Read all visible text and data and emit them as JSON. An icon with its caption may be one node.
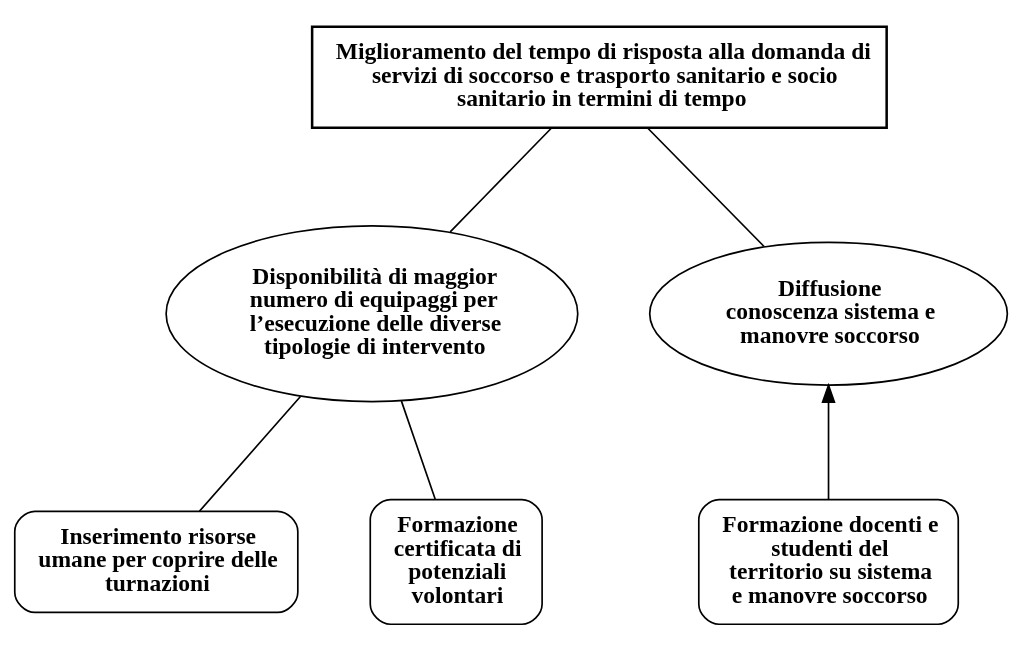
{
  "diagram": {
    "nodes": [
      {
        "text": [
          "Miglioramento del tempo di risposta alla domanda di servizi di soccorso e trasporto sanitario e socio sanitario in termini di tempo"
        ]
      },
      {
        "text": [
          "Disponibilità di maggior numero di equipaggi per l’esecuzione delle diverse tipologie di intervento"
        ]
      },
      {
        "text": [
          "Diffusione conoscenza sistema e manovre soccorso"
        ]
      },
      {
        "text": [
          "Inserimento risorse umane per coprire delle turnazioni"
        ]
      },
      {
        "text": [
          "Formazione certificata di potenziali volontari"
        ]
      },
      {
        "text": [
          "Formazione docenti e studenti del territorio su sistema e manovre soccorso"
        ]
      }
    ],
    "edges": [
      {
        "from": 1,
        "to": 0,
        "arrow": "none"
      },
      {
        "from": 2,
        "to": 0,
        "arrow": "none"
      },
      {
        "from": 3,
        "to": 1,
        "arrow": "none"
      },
      {
        "from": 4,
        "to": 1,
        "arrow": "none"
      },
      {
        "from": 5,
        "to": 2,
        "arrow": "to"
      }
    ]
  }
}
